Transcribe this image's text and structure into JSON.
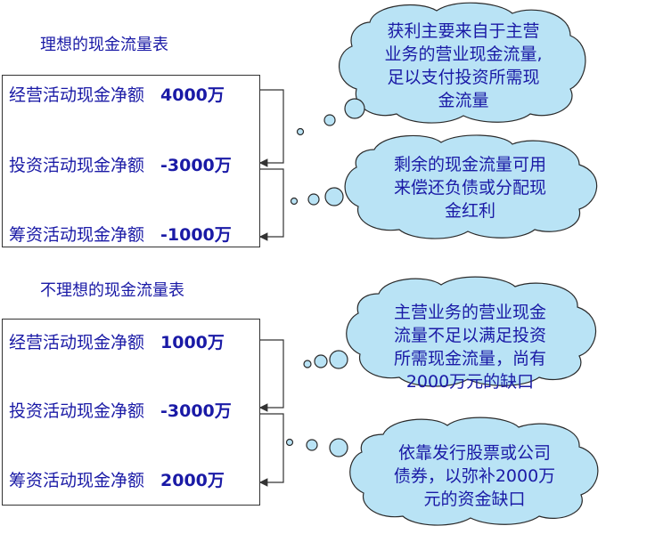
{
  "ideal": {
    "title": "理想的现金流量表",
    "rows": [
      {
        "label": "经营活动现金净额",
        "amount": "4000万"
      },
      {
        "label": "投资活动现金净额",
        "amount": "-3000万"
      },
      {
        "label": "筹资活动现金净额",
        "amount": "-1000万"
      }
    ],
    "cloud1": [
      "获利主要来自于主营",
      "业务的营业现金流量,",
      "足以支付投资所需现",
      "金流量"
    ],
    "cloud2": [
      "剩余的现金流量可用",
      "来偿还负债或分配现",
      "金红利"
    ]
  },
  "nonideal": {
    "title": "不理想的现金流量表",
    "rows": [
      {
        "label": "经营活动现金净额",
        "amount": "1000万"
      },
      {
        "label": "投资活动现金净额",
        "amount": "-3000万"
      },
      {
        "label": "筹资活动现金净额",
        "amount": "2000万"
      }
    ],
    "cloud1": [
      "主营业务的营业现金",
      "流量不足以满足投资",
      "所需现金流量，尚有",
      "2000万元的缺口"
    ],
    "cloud2": [
      "依靠发行股票或公司",
      "债券，以弥补2000万",
      "元的资金缺口"
    ]
  },
  "colors": {
    "text": "#1a1aa6",
    "cloud_fill": "#b9e3f5",
    "cloud_stroke": "#2a2a2a"
  }
}
